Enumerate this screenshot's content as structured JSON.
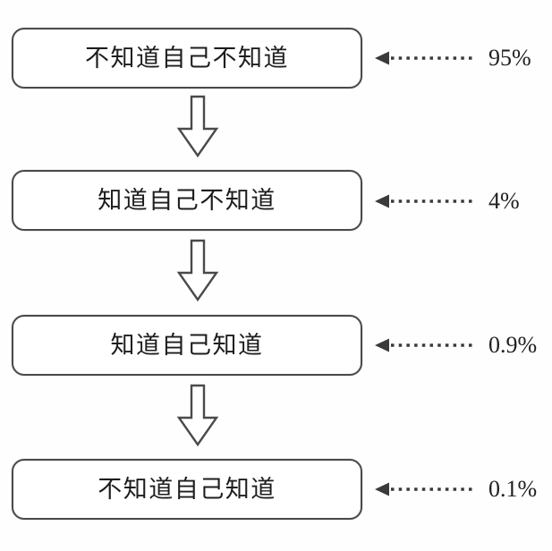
{
  "diagram": {
    "type": "flow",
    "title": "",
    "background_color": "#fefefe",
    "line_color": "#4a4a4a",
    "text_color": "#1d1d1d",
    "stages": [
      {
        "label": "不知道自己不知道",
        "percent": "95%"
      },
      {
        "label": "知道自己不知道",
        "percent": "4%"
      },
      {
        "label": "知道自己知道",
        "percent": "0.9%"
      },
      {
        "label": "不知道自己知道",
        "percent": "0.1%"
      }
    ],
    "connectors": [
      {
        "icon": "down-block-arrow"
      },
      {
        "icon": "down-block-arrow"
      },
      {
        "icon": "down-block-arrow"
      }
    ],
    "callouts": [
      {
        "icon": "dotted-left-arrow"
      },
      {
        "icon": "dotted-left-arrow"
      },
      {
        "icon": "dotted-left-arrow"
      },
      {
        "icon": "dotted-left-arrow"
      }
    ]
  }
}
